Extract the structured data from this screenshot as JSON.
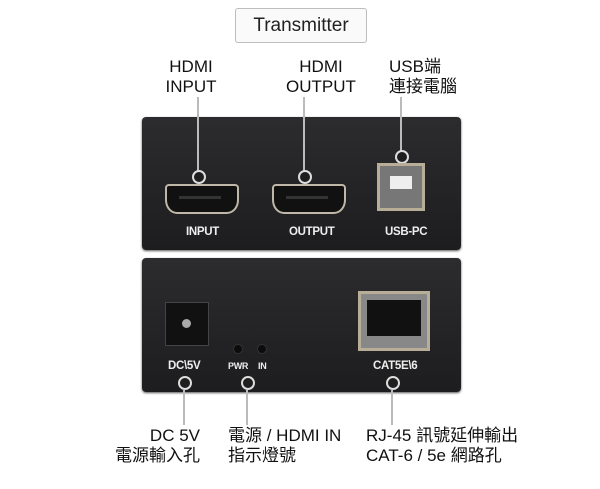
{
  "title": "Transmitter",
  "top_labels": {
    "hdmi_input": "HDMI\nINPUT",
    "hdmi_output": "HDMI\nOUTPUT",
    "usb": "USB端\n連接電腦"
  },
  "front_panel": {
    "input": "INPUT",
    "output": "OUTPUT",
    "usb": "USB-PC"
  },
  "rear_panel": {
    "dc": "DC\\5V",
    "pwr": "PWR",
    "in": "IN",
    "cat": "CAT5E\\6"
  },
  "bottom_labels": {
    "dc": "DC 5V\n電源輸入孔",
    "led": "電源 / HDMI IN\n指示燈號",
    "rj45": "RJ-45 訊號延伸輸出\nCAT-6 / 5e 網路孔"
  }
}
